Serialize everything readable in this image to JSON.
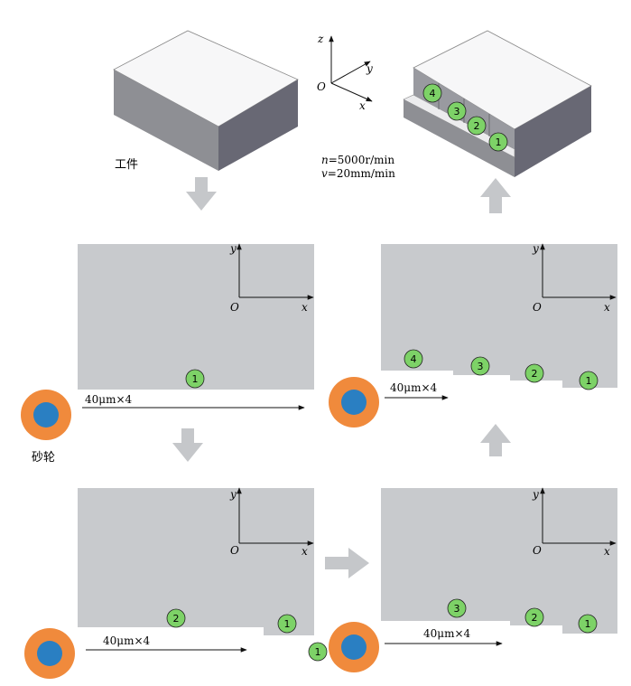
{
  "labels": {
    "workpiece": "工件",
    "wheel": "砂轮",
    "n_sym": "n",
    "n_val": "=5000r/min",
    "v_sym": "v",
    "v_val": "=20mm/min",
    "feed": "40μm×4",
    "axis_x": "x",
    "axis_y": "y",
    "axis_z": "z",
    "origin": "O"
  },
  "markers": [
    "1",
    "2",
    "3",
    "4"
  ],
  "colors": {
    "plate": "#c8cacd",
    "block_top": "#f7f7f8",
    "block_left": "#8e8f94",
    "block_right": "#686874",
    "marker_fill": "#7dd267",
    "wheel_outer": "#f08a3c",
    "wheel_inner": "#2a7fc2",
    "flow_arrow": "#c5c7ca"
  }
}
